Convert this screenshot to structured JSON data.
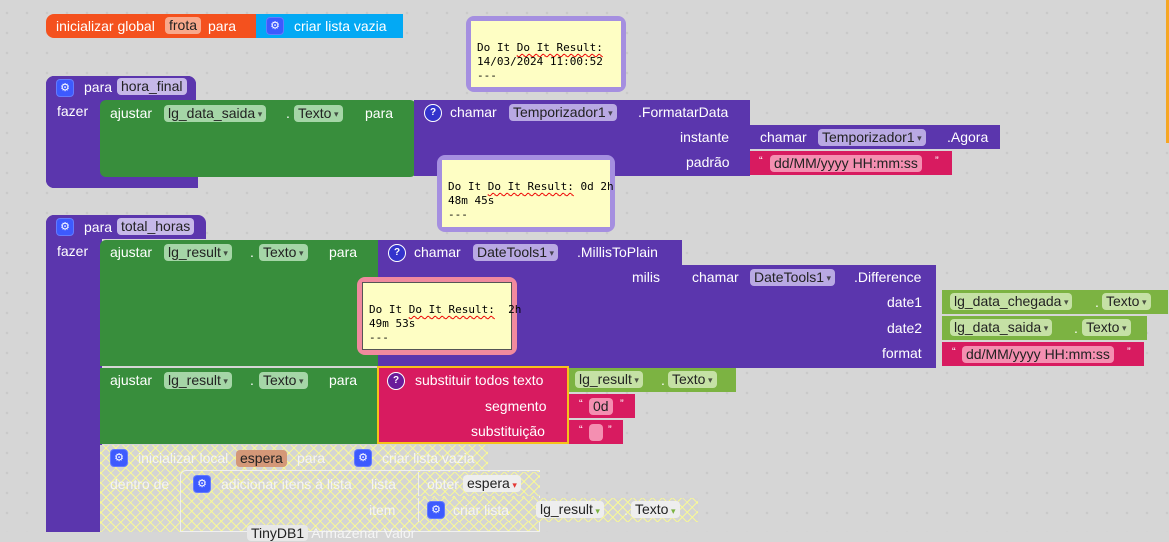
{
  "colors": {
    "procedure": "#5b36ad",
    "setter": "#388e3c",
    "getter": "#7cb342",
    "text": "#d81b60",
    "global_var": "#f4511e",
    "list": "#03a9f4",
    "bubble": "#fefec4",
    "orange_edge": "#f6a623"
  },
  "global_block": {
    "prefix": "inicializar global",
    "var_name": "frota",
    "para": "para",
    "list_label": "criar lista vazia",
    "icon": "gear-icon"
  },
  "proc1": {
    "para": "para",
    "name": "hora_final",
    "fazer": "fazer",
    "setter": {
      "ajustar": "ajustar",
      "component": "lg_data_saida",
      "dot": ".",
      "property": "Texto",
      "para": "para"
    },
    "call": {
      "chamar": "chamar",
      "component": "Temporizador1",
      "method": ".FormatarData",
      "instante_label": "instante",
      "instante_call": {
        "chamar": "chamar",
        "component": "Temporizador1",
        "method": ".Agora"
      },
      "padrao_label": "padrão",
      "padrao_value": "dd/MM/yyyy HH:mm:ss"
    }
  },
  "bubble1": {
    "title": "Do It Result:",
    "line2": "14/03/2024 11:00:52",
    "line3": "---"
  },
  "bubble2": {
    "title": "Do It Result:",
    "rest": " 0d 2h",
    "line2": "48m 45s",
    "line3": "---"
  },
  "bubble3": {
    "title": "Do It Result:",
    "rest": "  2h",
    "line2": "49m 53s",
    "line3": "---"
  },
  "proc2": {
    "para": "para",
    "name": "total_horas",
    "fazer": "fazer",
    "setter1": {
      "ajustar": "ajustar",
      "component": "lg_result",
      "dot": ".",
      "property": "Texto",
      "para": "para"
    },
    "millis_call": {
      "chamar": "chamar",
      "component": "DateTools1",
      "method": ".MillisToPlain",
      "milis_label": "milis"
    },
    "diff_call": {
      "chamar": "chamar",
      "component": "DateTools1",
      "method": ".Difference",
      "date1_label": "date1",
      "date1": {
        "component": "lg_data_chegada",
        "dot": ".",
        "property": "Texto"
      },
      "date2_label": "date2",
      "date2": {
        "component": "lg_data_saida",
        "dot": ".",
        "property": "Texto"
      },
      "format_label": "format",
      "format_value": "dd/MM/yyyy HH:mm:ss"
    },
    "setter2": {
      "ajustar": "ajustar",
      "component": "lg_result",
      "dot": ".",
      "property": "Texto",
      "para": "para"
    },
    "replace": {
      "label": "substituir todos texto",
      "source": {
        "component": "lg_result",
        "dot": ".",
        "property": "Texto"
      },
      "segmento_label": "segmento",
      "segmento_value": "0d",
      "substituicao_label": "substituição",
      "substituicao_value": ""
    },
    "local": {
      "prefix": "inicializar local",
      "var_name": "espera",
      "para": "para",
      "list_label": "criar lista vazia",
      "dentro_de": "dentro de",
      "add_label": "adicionar itens à lista",
      "lista_label": "lista",
      "obter": "obter",
      "obter_var": "espera",
      "item_label": "item",
      "criar_lista": "criar lista",
      "item_component": "lg_result",
      "dot": ".",
      "item_property": "Texto",
      "next_component": "TinyDB1",
      "next_partial": "Armazenar Valor"
    }
  }
}
